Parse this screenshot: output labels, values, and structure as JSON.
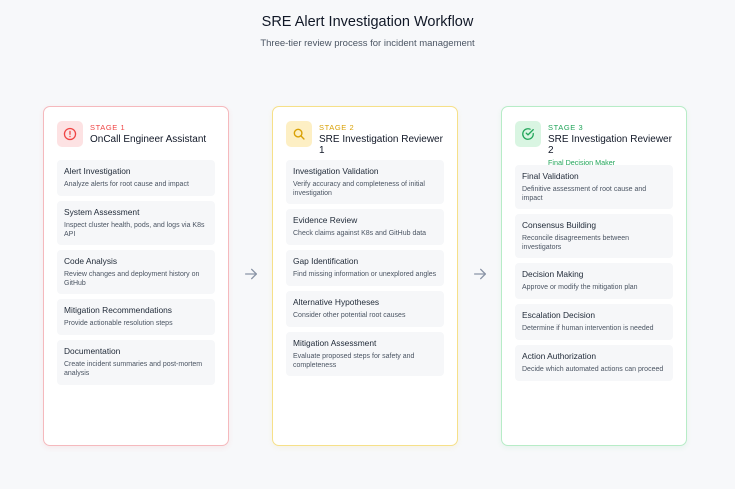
{
  "header": {
    "title": "SRE Alert Investigation Workflow",
    "subtitle": "Three-tier review process for incident management"
  },
  "stages": [
    {
      "label": "STAGE 1",
      "name": "OnCall Engineer Assistant",
      "icon": "alert-circle-icon",
      "color": "#ef4444",
      "items": [
        {
          "title": "Alert Investigation",
          "desc": "Analyze alerts for root cause and impact"
        },
        {
          "title": "System Assessment",
          "desc": "Inspect cluster health, pods, and logs via K8s API"
        },
        {
          "title": "Code Analysis",
          "desc": "Review changes and deployment history on GitHub"
        },
        {
          "title": "Mitigation Recommendations",
          "desc": "Provide actionable resolution steps"
        },
        {
          "title": "Documentation",
          "desc": "Create incident summaries and post-mortem analysis"
        }
      ]
    },
    {
      "label": "STAGE 2",
      "name": "SRE Investigation Reviewer 1",
      "icon": "search-icon",
      "color": "#d9a106",
      "items": [
        {
          "title": "Investigation Validation",
          "desc": "Verify accuracy and completeness of initial investigation"
        },
        {
          "title": "Evidence Review",
          "desc": "Check claims against K8s and GitHub data"
        },
        {
          "title": "Gap Identification",
          "desc": "Find missing information or unexplored angles"
        },
        {
          "title": "Alternative Hypotheses",
          "desc": "Consider other potential root causes"
        },
        {
          "title": "Mitigation Assessment",
          "desc": "Evaluate proposed steps for safety and completeness"
        }
      ]
    },
    {
      "label": "STAGE 3",
      "name": "SRE Investigation Reviewer 2",
      "subtitle": "Final Decision Maker",
      "icon": "check-circle-icon",
      "color": "#22a55a",
      "items": [
        {
          "title": "Final Validation",
          "desc": "Definitive assessment of root cause and impact"
        },
        {
          "title": "Consensus Building",
          "desc": "Reconcile disagreements between investigators"
        },
        {
          "title": "Decision Making",
          "desc": "Approve or modify the mitigation plan"
        },
        {
          "title": "Escalation Decision",
          "desc": "Determine if human intervention is needed"
        },
        {
          "title": "Action Authorization",
          "desc": "Decide which automated actions can proceed"
        }
      ]
    }
  ],
  "connectors": [
    "arrow-right-icon",
    "arrow-right-icon"
  ]
}
